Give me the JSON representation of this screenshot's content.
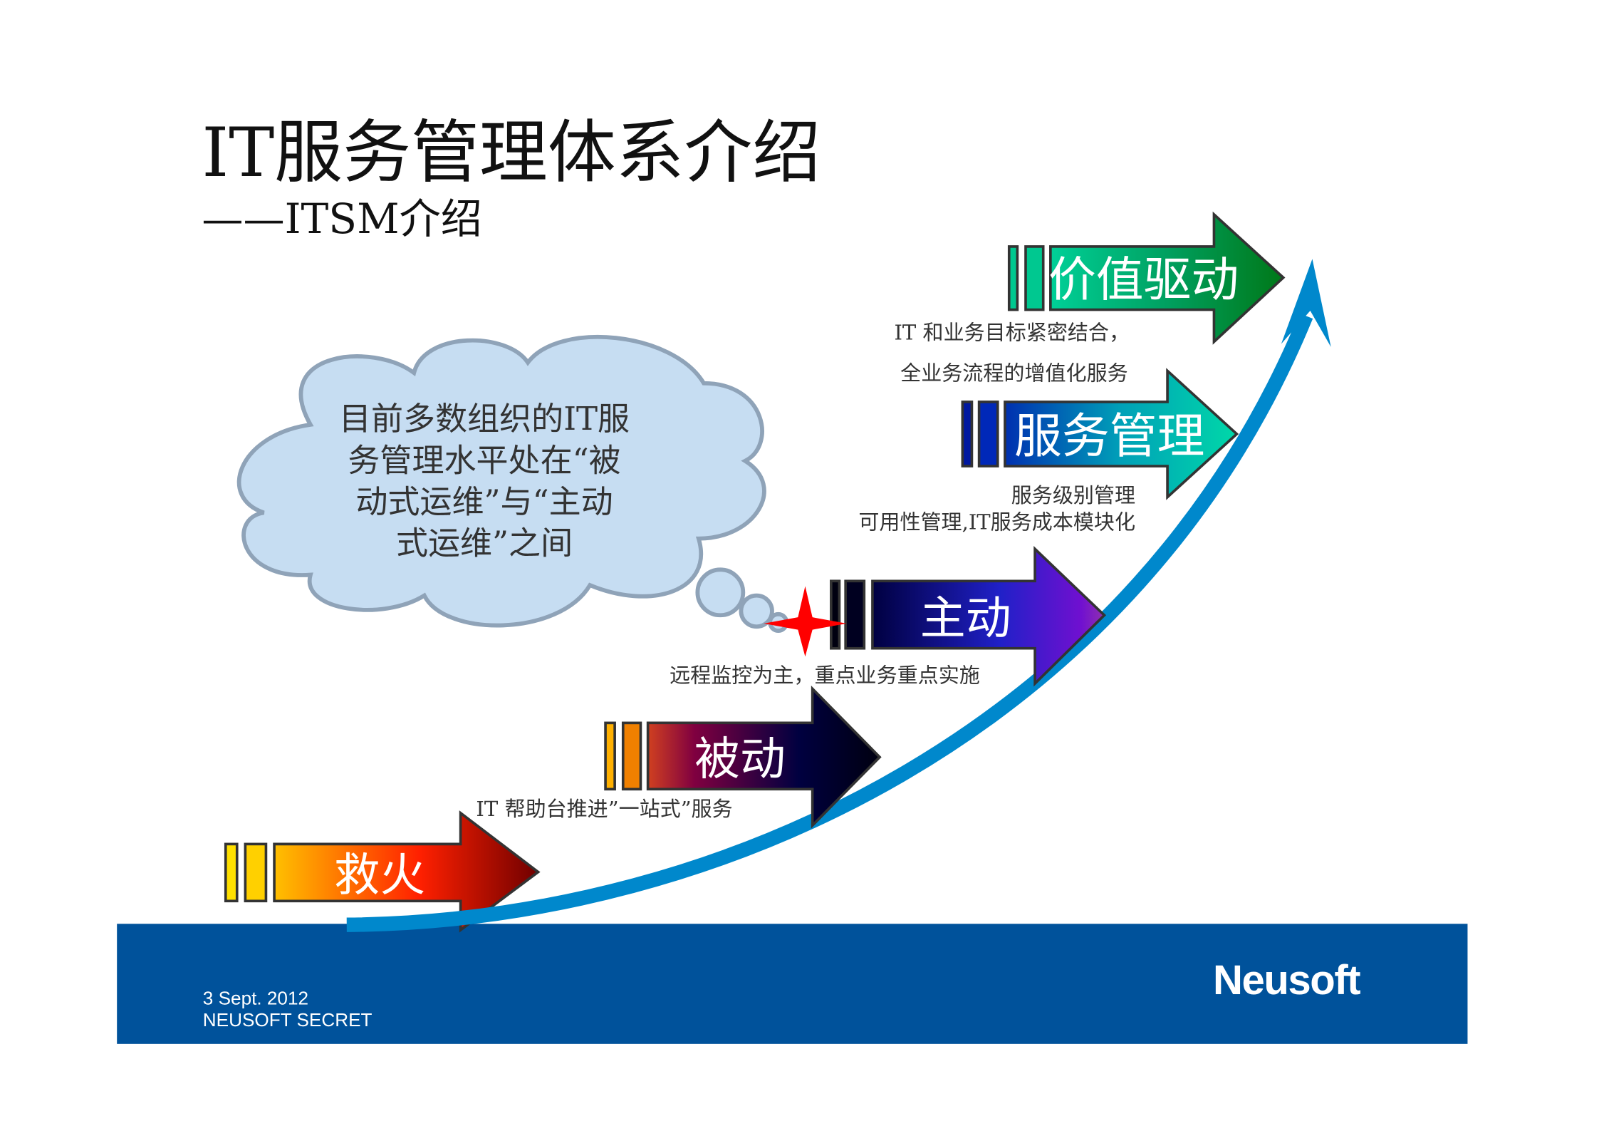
{
  "title": "IT服务管理体系介绍",
  "subtitle": "——ITSM介绍",
  "cloud": {
    "lines": [
      "目前多数组织的IT服",
      "务管理水平处在“被",
      "动式运维”与“主动",
      "式运维”之间"
    ]
  },
  "stages": [
    {
      "label": "救火",
      "bar_color": "#ffd400",
      "gradient": [
        "#ffc000",
        "#ff2000",
        "#700000"
      ]
    },
    {
      "label": "被动",
      "bar_color": "#f08000",
      "gradient": [
        "#d04020",
        "#800040",
        "#000030"
      ],
      "caption": "IT 帮助台推进”一站式”服务"
    },
    {
      "label": "主动",
      "bar_color": "#000020",
      "gradient": [
        "#000040",
        "#2020c8",
        "#8020c0"
      ],
      "caption": "远程监控为主，重点业务重点实施"
    },
    {
      "label": "服务管理",
      "bar_color": "#0020b0",
      "gradient": [
        "#0030b0",
        "#00a0b8",
        "#00d8a8"
      ],
      "caption_lines": [
        "服务级别管理",
        "可用性管理,IT服务成本模块化"
      ]
    },
    {
      "label": "价值驱动",
      "bar_color": "#00c890",
      "gradient": [
        "#00d098",
        "#00a060",
        "#007818"
      ],
      "caption_lines": [
        "IT 和业务目标紧密结合，",
        "全业务流程的增值化服务"
      ]
    }
  ],
  "footer": {
    "date": "3 Sept. 2012",
    "classification": "NEUSOFT SECRET",
    "logo": "Neusoft",
    "band_color": "#00529b"
  },
  "colors": {
    "curve": "#0088cc",
    "star": "#ff0000",
    "cloud_fill": "#c6ddf2",
    "cloud_stroke": "#8fa3b8"
  }
}
